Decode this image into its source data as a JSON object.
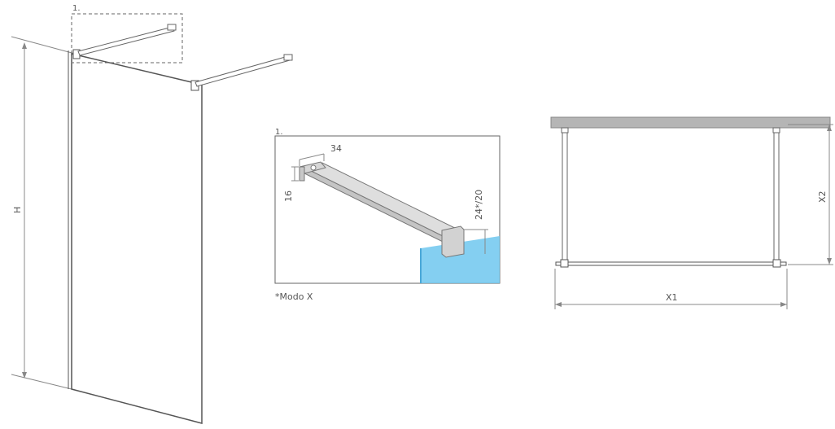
{
  "labels": {
    "detail_ref_top": "1.",
    "detail_ref_box": "1.",
    "height": "H",
    "width_x1": "X1",
    "depth_x2": "X2",
    "bracket_length": "34",
    "bracket_height": "16",
    "profile_size": "24*/20"
  },
  "footnote": "*Modo X",
  "colors": {
    "line": "#555555",
    "dim": "#888888",
    "ceiling": "#b5b5b5",
    "glass": "#6ec7ee"
  }
}
